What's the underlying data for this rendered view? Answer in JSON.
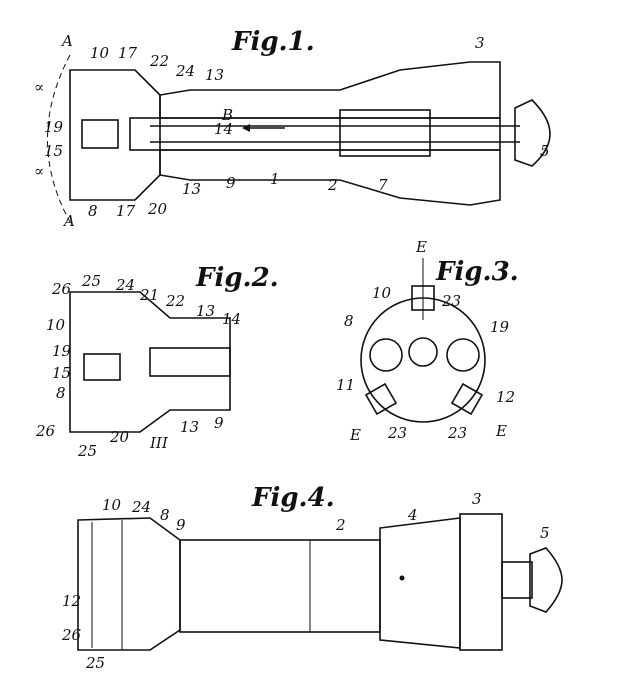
{
  "figures": {
    "fig1": {
      "title": "Fig.1.",
      "labels": [
        "A",
        "10",
        "17",
        "22",
        "24",
        "13",
        "3",
        "∝",
        "19",
        "14",
        "B",
        "15",
        "∝",
        "5",
        "13",
        "9",
        "1",
        "2",
        "7",
        "8",
        "17",
        "20",
        "A"
      ]
    },
    "fig2": {
      "title": "Fig.2.",
      "labels": [
        "26",
        "25",
        "24",
        "21",
        "22",
        "13",
        "14",
        "10",
        "19",
        "15",
        "8",
        "26",
        "20",
        "25",
        "13",
        "9",
        "III"
      ]
    },
    "fig3": {
      "title": "Fig.3.",
      "labels": [
        "E",
        "10",
        "23",
        "8",
        "19",
        "11",
        "12",
        "E",
        "23",
        "23",
        "E"
      ]
    },
    "fig4": {
      "title": "Fig.4.",
      "labels": [
        "10",
        "24",
        "8",
        "9",
        "2",
        "4",
        "3",
        "5",
        "12",
        "26",
        "25"
      ]
    }
  },
  "colors": {
    "ink": "#111111",
    "paper": "#ffffff"
  }
}
